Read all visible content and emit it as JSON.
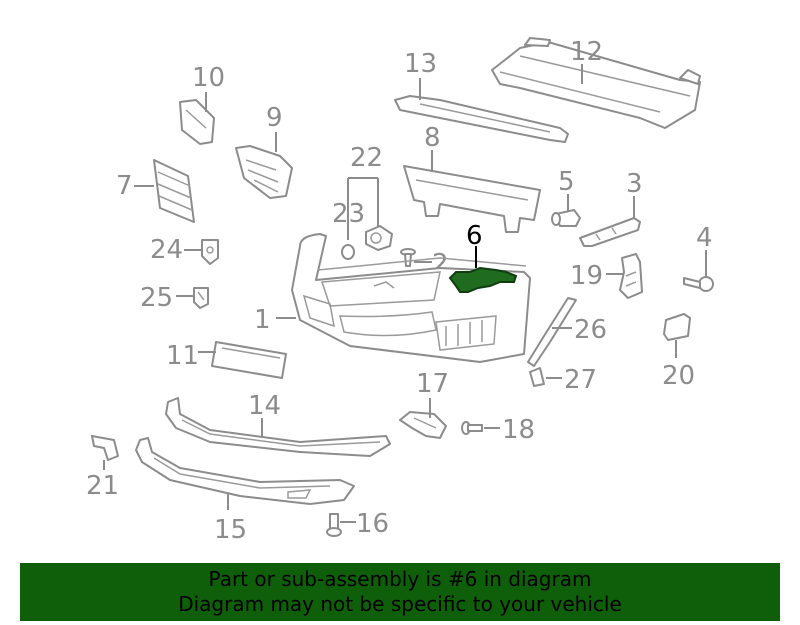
{
  "diagram": {
    "labels": {
      "l1": "1",
      "l2": "2",
      "l3": "3",
      "l4": "4",
      "l5": "5",
      "l6": "6",
      "l7": "7",
      "l8": "8",
      "l9": "9",
      "l10": "10",
      "l11": "11",
      "l12": "12",
      "l13": "13",
      "l14": "14",
      "l15": "15",
      "l16": "16",
      "l17": "17",
      "l18": "18",
      "l19": "19",
      "l20": "20",
      "l21": "21",
      "l22": "22",
      "l23": "23",
      "l24": "24",
      "l25": "25",
      "l26": "26",
      "l27": "27"
    },
    "highlighted_part": "6",
    "colors": {
      "parts": "#8c8c8c",
      "highlight": "#1f6b1f",
      "banner": "#0f5e0a"
    }
  },
  "banner": {
    "line1": "Part or sub-assembly is #6 in diagram",
    "line2": "Diagram may not be specific to your vehicle"
  }
}
